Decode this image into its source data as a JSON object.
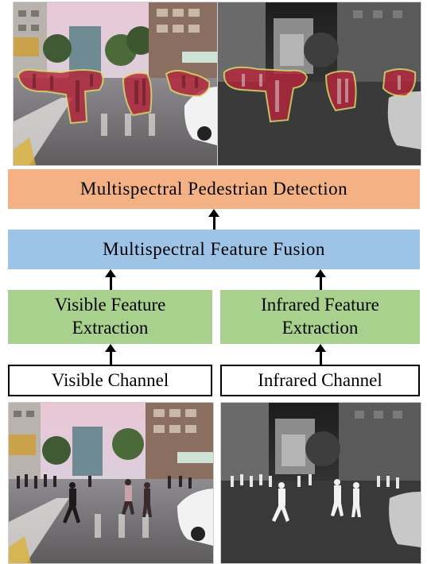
{
  "diagram": {
    "top_block": {
      "label": "Multispectral Pedestrian Detection"
    },
    "fusion_block": {
      "label": "Multispectral Feature Fusion"
    },
    "visible_feature": {
      "line1": "Visible Feature",
      "line2": "Extraction"
    },
    "infrared_feature": {
      "line1": "Infrared Feature",
      "line2": "Extraction"
    },
    "visible_channel": {
      "label": "Visible Channel"
    },
    "infrared_channel": {
      "label": "Infrared Channel"
    }
  },
  "colors": {
    "detection": "#f4b183",
    "fusion": "#9dc3e6",
    "feature": "#a9d18e",
    "channel_border": "#000000",
    "heatmap_overlay": "#b3263a",
    "heatmap_edge": "#d9e36b"
  },
  "images": {
    "top_left": "visible street scene with pedestrian heatmap overlay",
    "top_right": "infrared street scene with pedestrian heatmap overlay",
    "bottom_left": "visible street scene with pedestrians on crosswalk",
    "bottom_right": "infrared street scene with pedestrians"
  }
}
